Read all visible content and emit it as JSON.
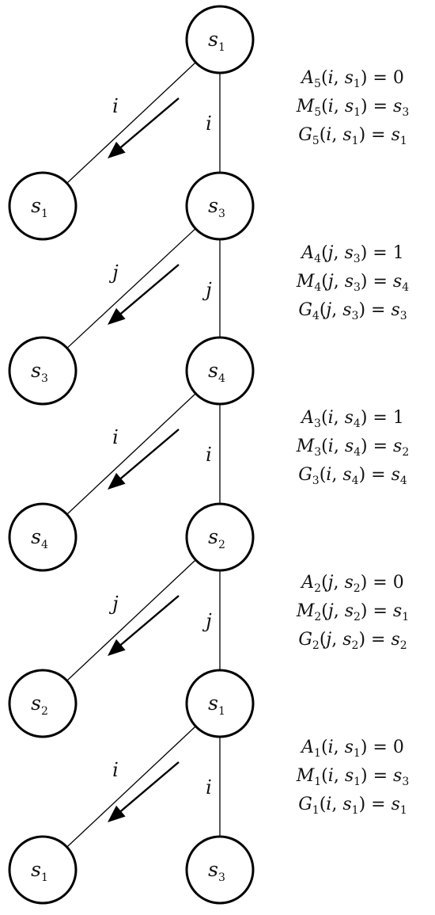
{
  "nodes": [
    {
      "id": "n0",
      "label": "s",
      "sub": "1"
    },
    {
      "id": "n1",
      "label": "s",
      "sub": "1"
    },
    {
      "id": "n2",
      "label": "s",
      "sub": "3"
    },
    {
      "id": "n3",
      "label": "s",
      "sub": "3"
    },
    {
      "id": "n4",
      "label": "s",
      "sub": "4"
    },
    {
      "id": "n5",
      "label": "s",
      "sub": "4"
    },
    {
      "id": "n6",
      "label": "s",
      "sub": "2"
    },
    {
      "id": "n7",
      "label": "s",
      "sub": "2"
    },
    {
      "id": "n8",
      "label": "s",
      "sub": "1"
    },
    {
      "id": "n9",
      "label": "s",
      "sub": "1"
    },
    {
      "id": "n10",
      "label": "s",
      "sub": "3"
    }
  ],
  "edges": [
    {
      "from": "n0",
      "to": "n1",
      "label": "i"
    },
    {
      "from": "n0",
      "to": "n2",
      "label": "i"
    },
    {
      "from": "n2",
      "to": "n3",
      "label": "j"
    },
    {
      "from": "n2",
      "to": "n4",
      "label": "j"
    },
    {
      "from": "n4",
      "to": "n5",
      "label": "i"
    },
    {
      "from": "n4",
      "to": "n6",
      "label": "i"
    },
    {
      "from": "n6",
      "to": "n7",
      "label": "j"
    },
    {
      "from": "n6",
      "to": "n8",
      "label": "j"
    },
    {
      "from": "n8",
      "to": "n9",
      "label": "i"
    },
    {
      "from": "n8",
      "to": "n10",
      "label": "i"
    }
  ],
  "equation_groups": [
    {
      "lines": [
        {
          "fn": "A",
          "k": "5",
          "a": "i",
          "s": "1",
          "eq": "= 0"
        },
        {
          "fn": "M",
          "k": "5",
          "a": "i",
          "s": "1",
          "eq": "= s",
          "eqsub": "3"
        },
        {
          "fn": "G",
          "k": "5",
          "a": "i",
          "s": "1",
          "eq": "= s",
          "eqsub": "1"
        }
      ]
    },
    {
      "lines": [
        {
          "fn": "A",
          "k": "4",
          "a": "j",
          "s": "3",
          "eq": "= 1"
        },
        {
          "fn": "M",
          "k": "4",
          "a": "j",
          "s": "3",
          "eq": "= s",
          "eqsub": "4"
        },
        {
          "fn": "G",
          "k": "4",
          "a": "j",
          "s": "3",
          "eq": "= s",
          "eqsub": "3"
        }
      ]
    },
    {
      "lines": [
        {
          "fn": "A",
          "k": "3",
          "a": "i",
          "s": "4",
          "eq": "= 1"
        },
        {
          "fn": "M",
          "k": "3",
          "a": "i",
          "s": "4",
          "eq": "= s",
          "eqsub": "2"
        },
        {
          "fn": "G",
          "k": "3",
          "a": "i",
          "s": "4",
          "eq": "= s",
          "eqsub": "4"
        }
      ]
    },
    {
      "lines": [
        {
          "fn": "A",
          "k": "2",
          "a": "j",
          "s": "2",
          "eq": "= 0"
        },
        {
          "fn": "M",
          "k": "2",
          "a": "j",
          "s": "2",
          "eq": "= s",
          "eqsub": "1"
        },
        {
          "fn": "G",
          "k": "2",
          "a": "j",
          "s": "2",
          "eq": "= s",
          "eqsub": "2"
        }
      ]
    },
    {
      "lines": [
        {
          "fn": "A",
          "k": "1",
          "a": "i",
          "s": "1",
          "eq": "= 0"
        },
        {
          "fn": "M",
          "k": "1",
          "a": "i",
          "s": "1",
          "eq": "= s",
          "eqsub": "3"
        },
        {
          "fn": "G",
          "k": "1",
          "a": "i",
          "s": "1",
          "eq": "= s",
          "eqsub": "1"
        }
      ]
    }
  ]
}
